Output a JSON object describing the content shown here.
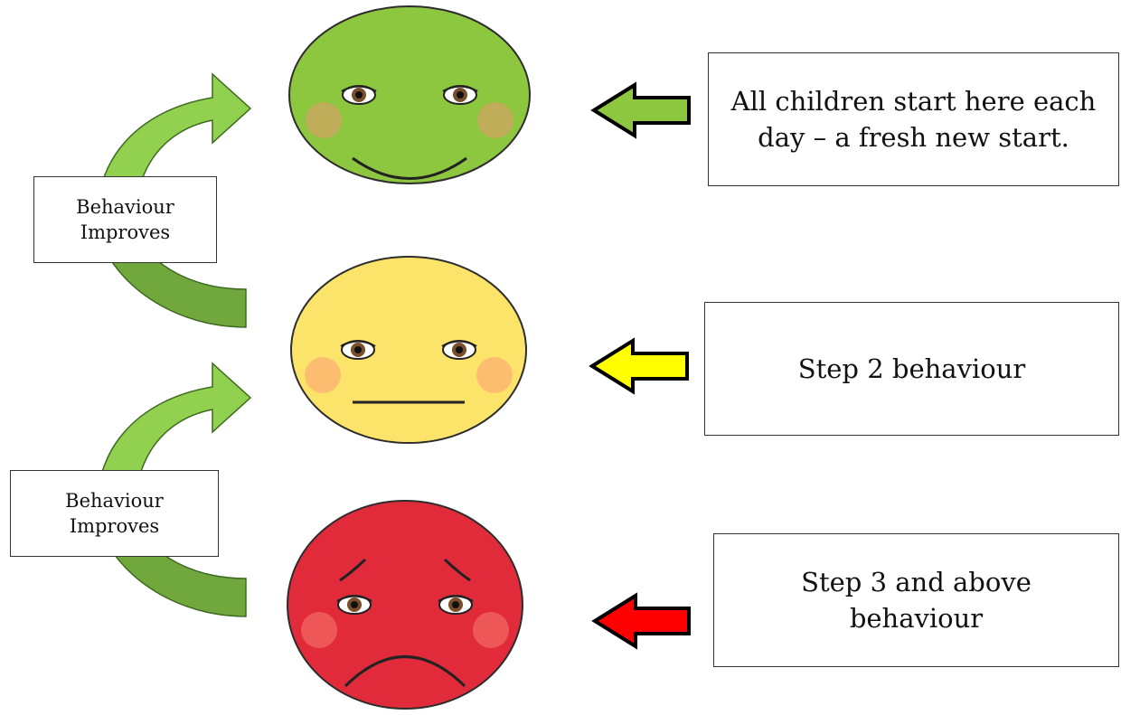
{
  "faces": [
    {
      "mood": "happy",
      "fill": "#8DC63F",
      "stroke": "#2d2d2d"
    },
    {
      "mood": "neutral",
      "fill": "#FCE46B",
      "stroke": "#2d2d2d"
    },
    {
      "mood": "sad",
      "fill": "#E12B3B",
      "stroke": "#2d2d2d"
    }
  ],
  "pointer_arrows": [
    {
      "color": "#8DC63F",
      "icon": "left-arrow-icon"
    },
    {
      "color": "#FFFF00",
      "icon": "left-arrow-icon"
    },
    {
      "color": "#FF0000",
      "icon": "left-arrow-icon"
    }
  ],
  "curved_arrows": {
    "light": "#92D050",
    "dark": "#70A83E",
    "outline": "#3f6a21",
    "icon": "curved-up-arrow-icon"
  },
  "improve_labels": [
    {
      "line1": "Behaviour",
      "line2": "Improves"
    },
    {
      "line1": "Behaviour",
      "line2": "Improves"
    }
  ],
  "descriptions": [
    {
      "line1": "All children start here each",
      "line2": "day – a fresh new start."
    },
    {
      "line1": "Step 2 behaviour",
      "line2": ""
    },
    {
      "line1": "Step 3 and above",
      "line2": "behaviour"
    }
  ]
}
